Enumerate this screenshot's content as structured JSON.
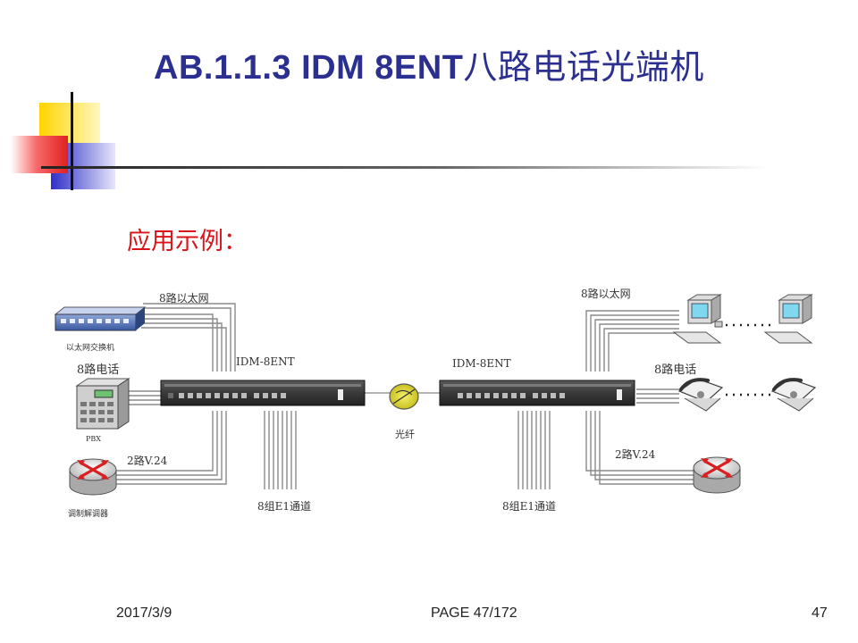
{
  "slide": {
    "title_latin": "AB.1.1.3 IDM 8ENT",
    "title_cjk": "八路电话光端机",
    "subtitle": "应用示例：",
    "footer_date": "2017/3/9",
    "footer_page": "PAGE 47/172",
    "footer_number": "47"
  },
  "diagram": {
    "left": {
      "ethernet_label": "8路以太网",
      "switch_label": "以太网交换机",
      "phone_label": "8路电话",
      "pbx_label": "PBX",
      "v24_label": "2路V.24",
      "modem_label": "调制解调器",
      "e1_label": "8组E1通道",
      "device_label": "IDM-8ENT"
    },
    "fiber_label": "光纤",
    "right": {
      "ethernet_label": "8路以太网",
      "phone_label": "8路电话",
      "v24_label": "2路V.24",
      "e1_label": "8组E1通道",
      "device_label": "IDM-8ENT"
    }
  },
  "colors": {
    "title": "#2b2f8f",
    "subtitle": "#d8141a",
    "deco_yellow": "#ffd400",
    "deco_red": "#f03030",
    "deco_blue": "#2f2fc8"
  }
}
